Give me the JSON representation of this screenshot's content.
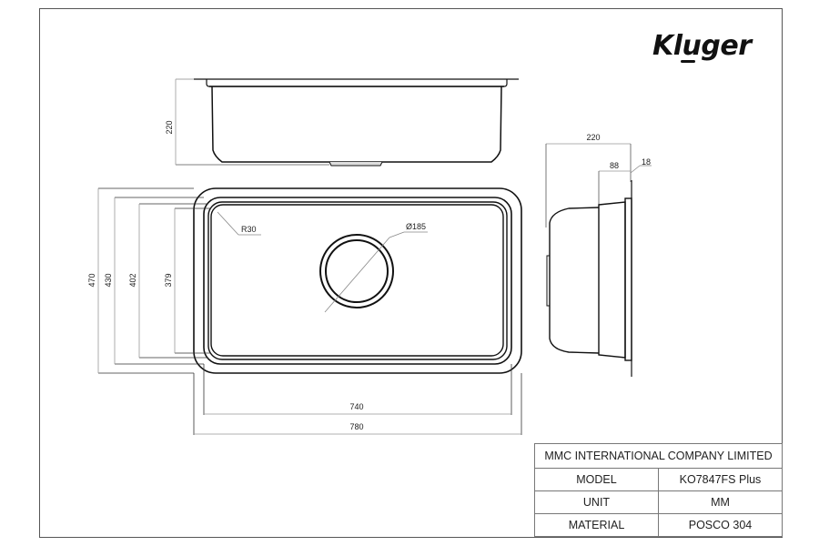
{
  "brand": {
    "logo_text": "Klüger",
    "logo_display": "Kluger"
  },
  "title_block": {
    "company": "MMC INTERNATIONAL COMPANY LIMITED",
    "rows": [
      {
        "label": "MODEL",
        "value": "KO7847FS Plus"
      },
      {
        "label": "UNIT",
        "value": "MM"
      },
      {
        "label": "MATERIAL",
        "value": "POSCO 304"
      }
    ]
  },
  "views": {
    "front_elevation": {
      "depth_label": "220"
    },
    "plan": {
      "overall_width": "780",
      "inner_width": "740",
      "overall_height": "470",
      "height_430": "430",
      "height_402": "402",
      "bowl_height": "379",
      "corner_radius": "R30",
      "drain_diameter": "Ø185"
    },
    "side_elevation": {
      "depth_total": "220",
      "flange_depth": "88",
      "flange_thickness": "18"
    }
  },
  "colors": {
    "line": "#111111",
    "dimension": "#888888",
    "frame": "#555555"
  }
}
